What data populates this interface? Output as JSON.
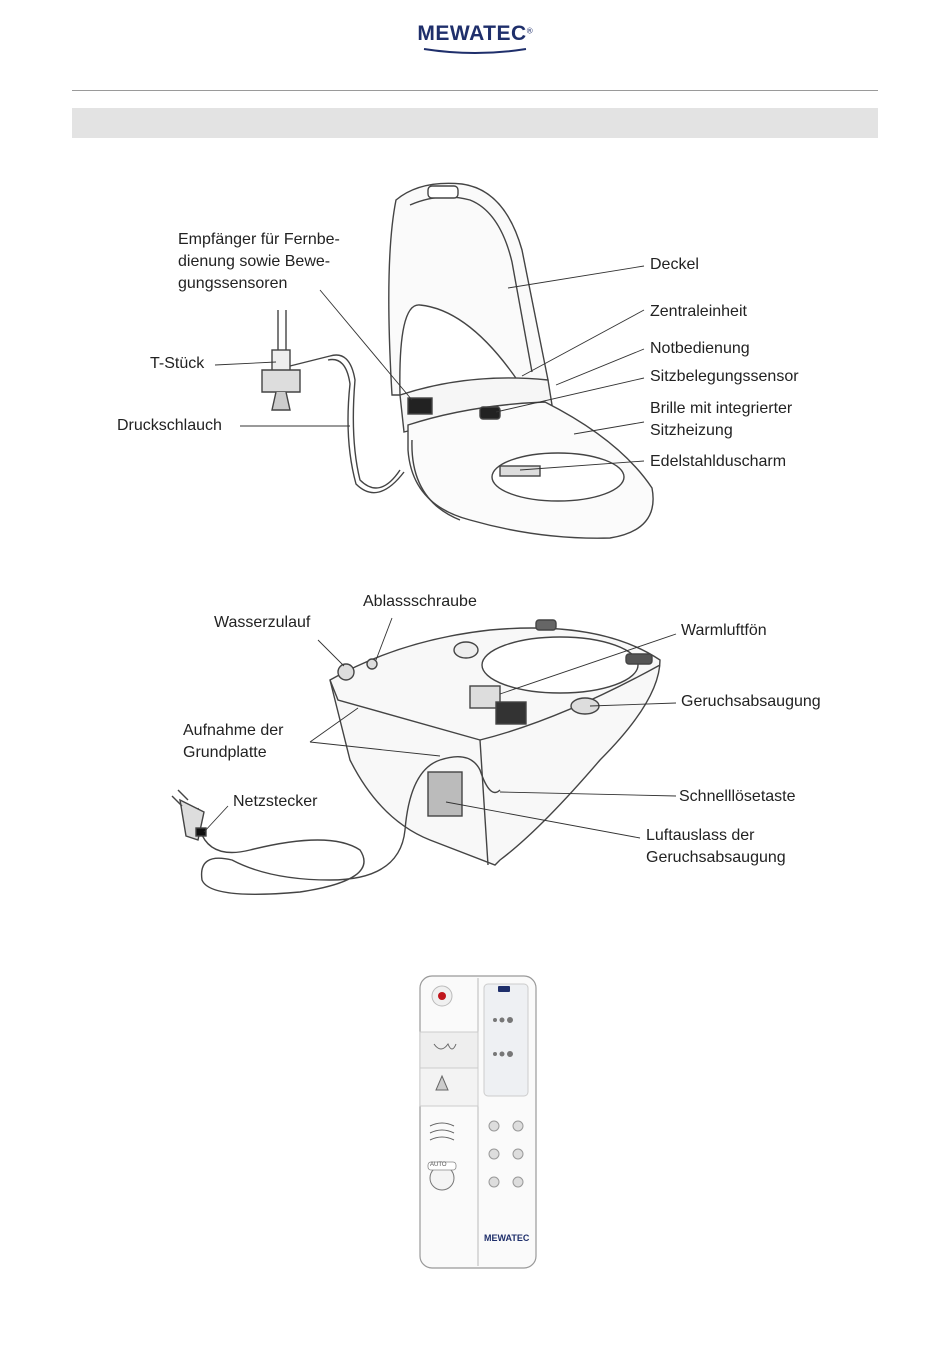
{
  "header": {
    "logo_text": "MEWATEC",
    "logo_reg": "®"
  },
  "figure1": {
    "labels": {
      "receiver": "Empfänger für Fernbe-\ndienung sowie Bewe-\ngungssensoren",
      "t_piece": "T-Stück",
      "pressure_hose": "Druckschlauch",
      "lid": "Deckel",
      "central_unit": "Zentraleinheit",
      "emergency_control": "Notbedienung",
      "seat_sensor": "Sitzbelegungssensor",
      "seat": "Brille mit integrierter\nSitzheizung",
      "shower_arm": "Edelstahlduscharm"
    }
  },
  "figure2": {
    "labels": {
      "drain_screw": "Ablassschraube",
      "water_inlet": "Wasserzulauf",
      "warm_air_dryer": "Warmluftfön",
      "odor_extraction": "Geruchsabsaugung",
      "base_plate_mount": "Aufnahme der\nGrundplatte",
      "power_plug": "Netzstecker",
      "quick_release": "Schnelllösetaste",
      "air_outlet": "Luftauslass der\nGeruchsabsaugung"
    }
  },
  "remote": {
    "brand": "MEWATEC",
    "auto_label": "AUTO"
  },
  "colors": {
    "brand_blue": "#1f2f6b",
    "power_red": "#c0161c",
    "line": "#333333"
  }
}
